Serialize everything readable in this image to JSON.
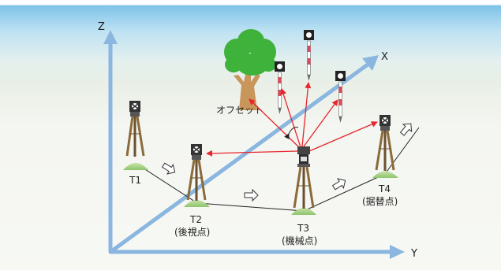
{
  "axes": {
    "z_label": "Z",
    "x_label": "X",
    "y_label": "Y"
  },
  "stations": [
    {
      "id": "T1",
      "label": "T1",
      "sublabel": ""
    },
    {
      "id": "T2",
      "label": "T2",
      "sublabel": "(後視点)"
    },
    {
      "id": "T3",
      "label": "T3",
      "sublabel": "(機械点)"
    },
    {
      "id": "T4",
      "label": "T4",
      "sublabel": "(据替点)"
    }
  ],
  "offset_label": "オフセット",
  "colors": {
    "axis": "#8ab6df",
    "sight_ray": "#e8262d",
    "tree_foliage": "#3fb23b",
    "tree_trunk": "#c8955a",
    "tripod": "#8b6b3a",
    "ground_mound": "#a9d18e",
    "prism_pole_band": "#d84b5a"
  }
}
